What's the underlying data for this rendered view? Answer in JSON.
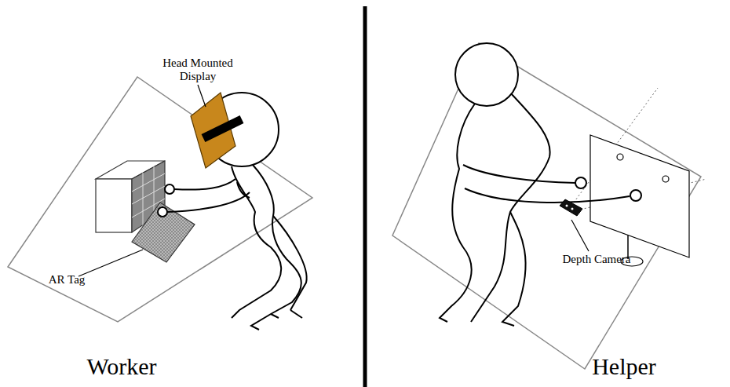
{
  "diagram": {
    "labels": [
      "Head Mounted Display",
      "AR Tag",
      "Worker",
      "Depth Camera",
      "Helper"
    ]
  }
}
